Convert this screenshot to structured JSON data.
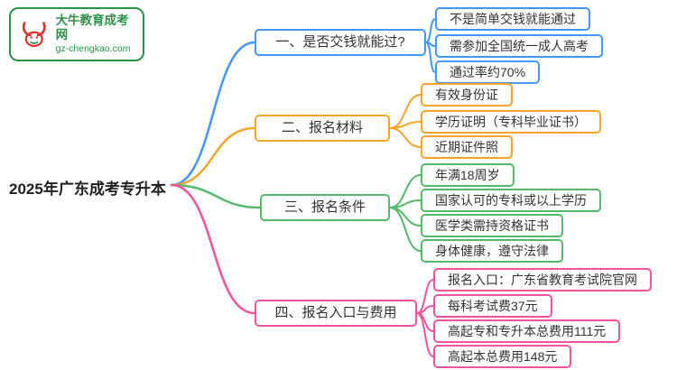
{
  "page": {
    "background": "#ffffff"
  },
  "logo": {
    "title": "大牛教育成考网",
    "url": "gz-chengkao.com",
    "green": "#2b9348",
    "red": "#e03131"
  },
  "root": {
    "label": "2025年广东成考专升本",
    "color": "#222222"
  },
  "branches": [
    {
      "label": "一、是否交钱就能过?",
      "color": "#4596f7",
      "children": [
        "不是简单交钱就能通过",
        "需参加全国统一成人高考",
        "通过率约70%"
      ]
    },
    {
      "label": "二、报名材料",
      "color": "#f5a42c",
      "children": [
        "有效身份证",
        "学历证明（专科毕业证书）",
        "近期证件照"
      ]
    },
    {
      "label": "三、报名条件",
      "color": "#56b86b",
      "children": [
        "年满18周岁",
        "国家认可的专科或以上学历",
        "医学类需持资格证书",
        "身体健康，遵守法律"
      ]
    },
    {
      "label": "四、报名入口与费用",
      "color": "#f2539c",
      "children": [
        "报名入口：广东省教育考试院官网",
        "每科考试费37元",
        "高起专和专升本总费用111元",
        "高起本总费用148元"
      ]
    }
  ]
}
